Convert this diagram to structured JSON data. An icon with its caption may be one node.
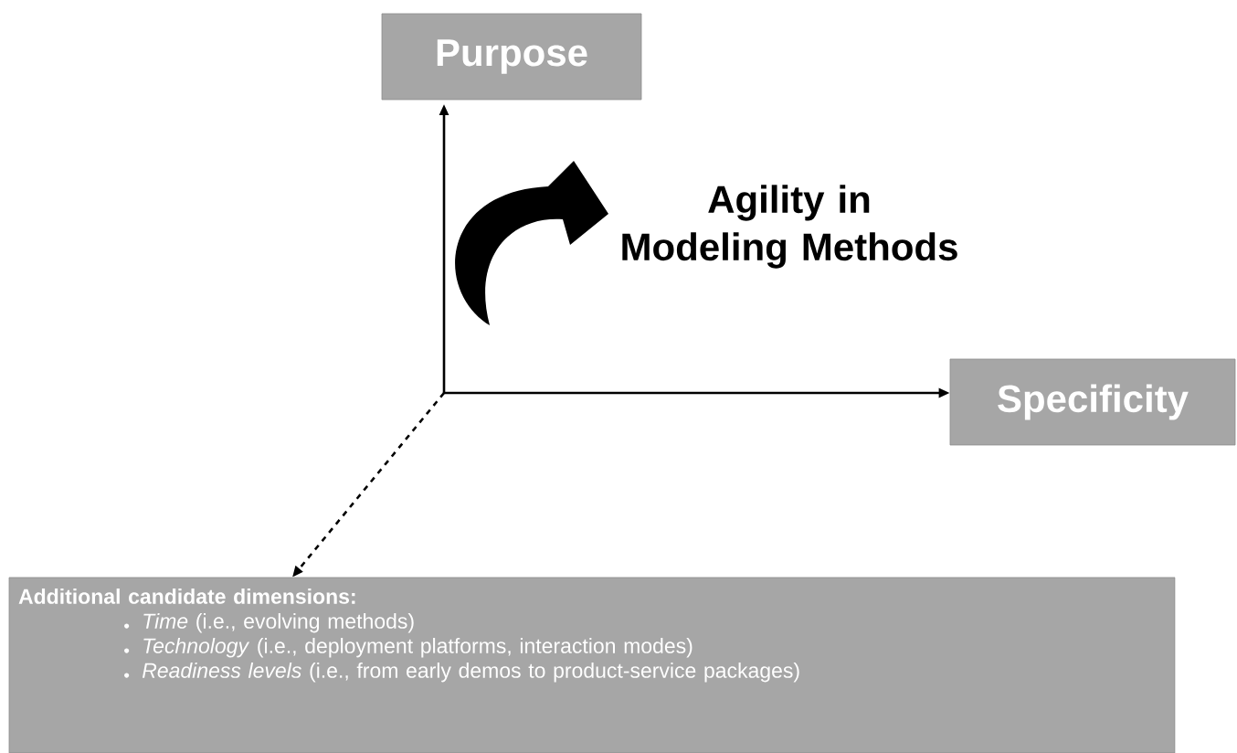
{
  "diagram": {
    "nodes": [
      {
        "text": [
          "Purpose"
        ]
      },
      {
        "text": [
          "Specificity"
        ]
      },
      {
        "text": [
          "Additional candidate dimensions:",
          "*Time* (i.e., evolving methods)",
          "*Technology* (i.e., deployment platforms, interaction modes)",
          "*Readiness levels* (i.e., from early demos to product-service packages)"
        ]
      }
    ],
    "edges": [
      {
        "from": null,
        "to": 0,
        "arrow": "to"
      },
      {
        "from": null,
        "to": 1,
        "arrow": "to"
      },
      {
        "from": null,
        "to": 2,
        "arrow": "to",
        "style": "dashed"
      }
    ],
    "labels": [
      "Agility in Modeling Methods"
    ]
  }
}
